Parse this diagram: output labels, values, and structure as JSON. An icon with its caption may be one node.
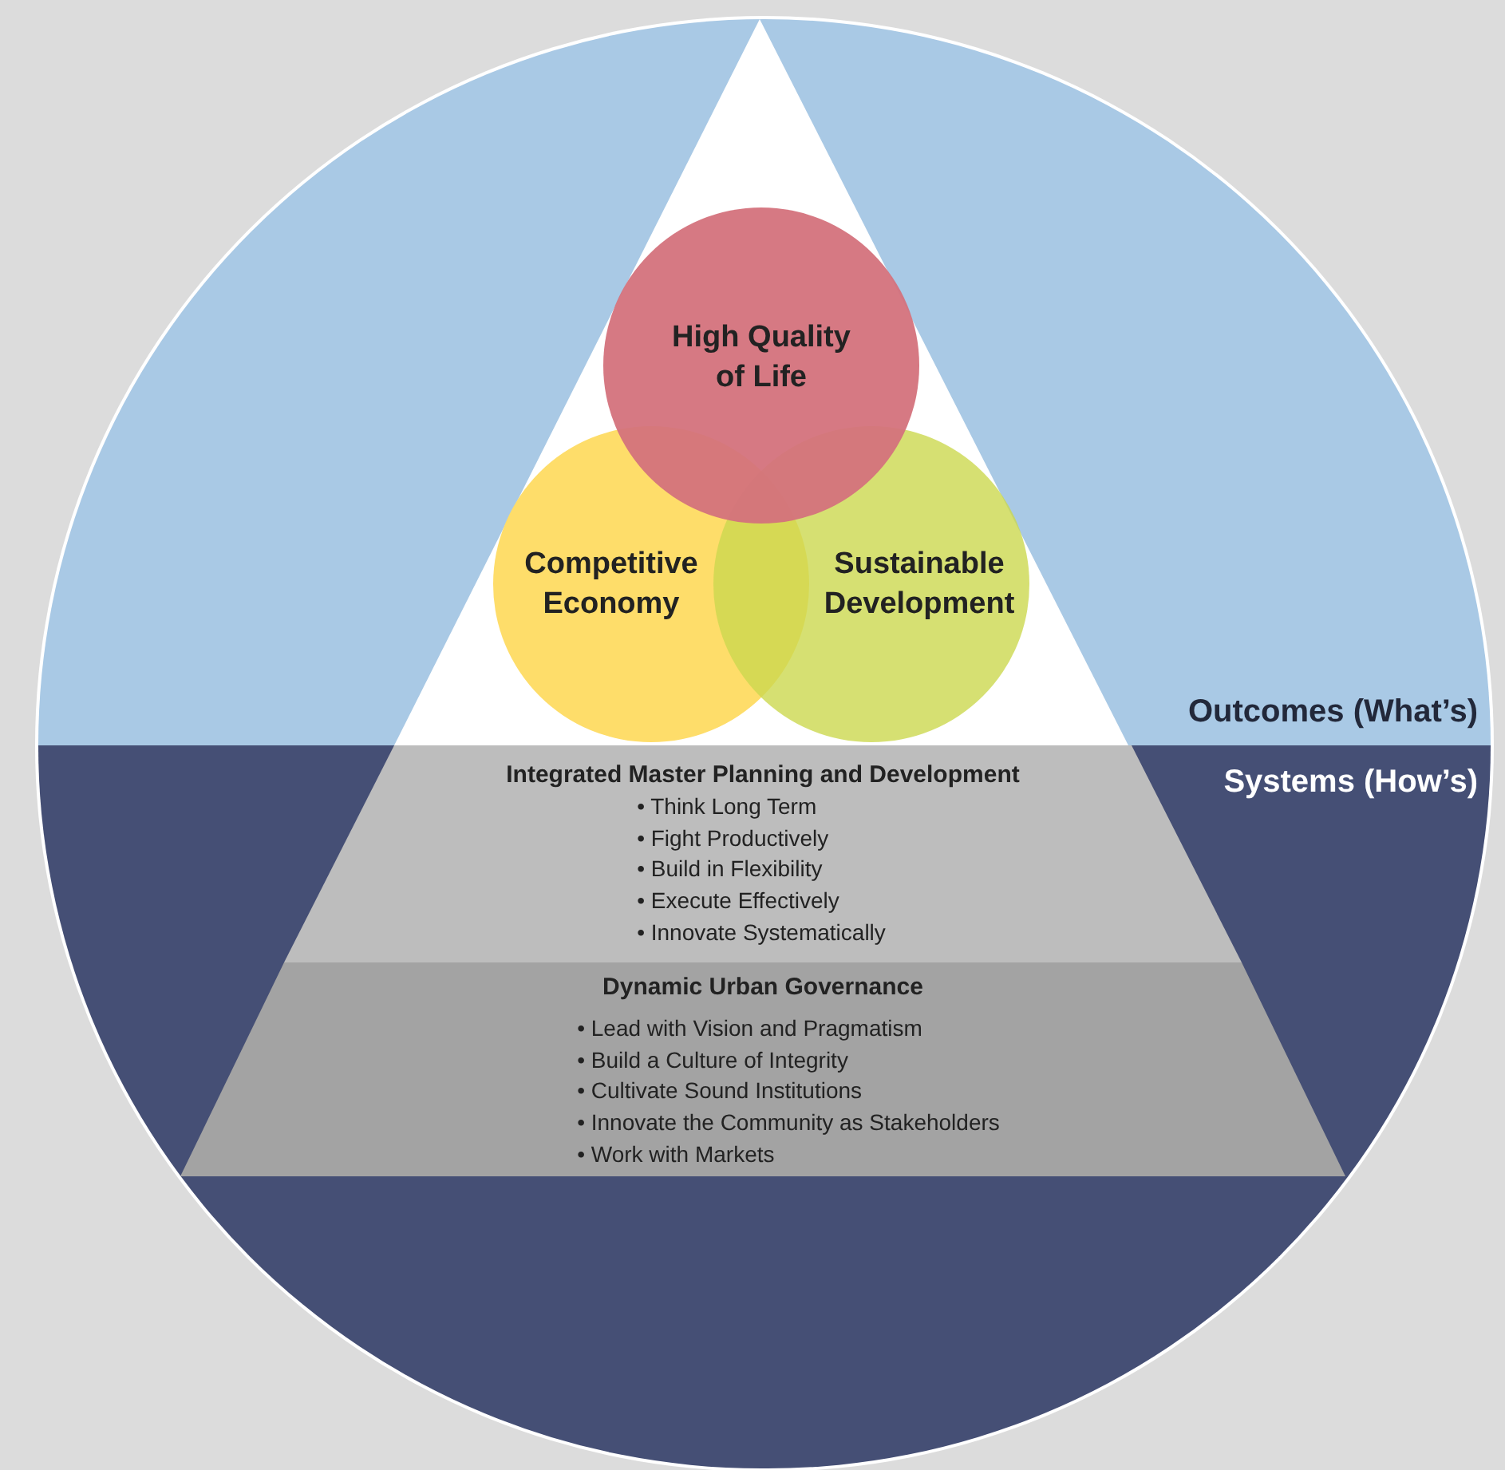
{
  "diagram": {
    "nodes": [
      {
        "text": [
          "Outcomes (What’s)"
        ]
      },
      {
        "text": [
          "Systems (How’s)"
        ]
      },
      {
        "text": [
          "High Quality of Life"
        ],
        "in": 0
      },
      {
        "text": [
          "Competitive Economy"
        ],
        "in": 0
      },
      {
        "text": [
          "Sustainable Development"
        ],
        "in": 0
      },
      {
        "text": [
          "Integrated Master Planning and Development",
          "• Think Long Term",
          "• Fight Productively",
          "• Build in Flexibility",
          "• Execute Effectively",
          "• Innovate Systematically"
        ],
        "in": 1
      },
      {
        "text": [
          "Dynamic Urban Governance",
          "• Lead with Vision and Pragmatism",
          "• Build a Culture of Integrity",
          "• Cultivate Sound Institutions",
          "• Innovate the Community as Stakeholders",
          "• Work with Markets"
        ],
        "in": 1
      }
    ]
  }
}
